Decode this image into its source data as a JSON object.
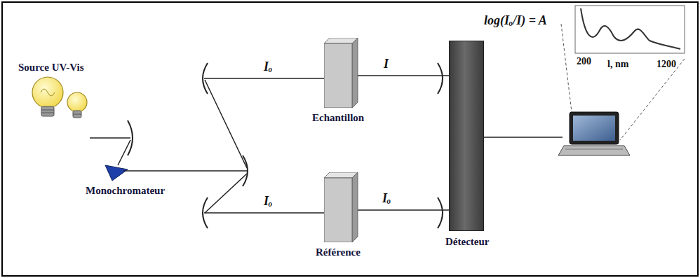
{
  "diagram": {
    "nodes": [
      {
        "text": [
          "Echantillon"
        ]
      },
      {
        "text": [
          "Référence"
        ]
      },
      {
        "text": [
          "Détecteur"
        ]
      }
    ],
    "edges": [
      {
        "from": 0,
        "to": 2,
        "arrow": "none",
        "label": "I"
      },
      {
        "from": 1,
        "to": 2,
        "arrow": "none",
        "label": "Iₒ"
      }
    ],
    "labels": [
      "Source UV-Vis",
      "Monochromateur",
      "Iₒ",
      "Iₒ",
      "log(Iₒ/I) = A",
      "200",
      "l, nm",
      "1200"
    ]
  }
}
